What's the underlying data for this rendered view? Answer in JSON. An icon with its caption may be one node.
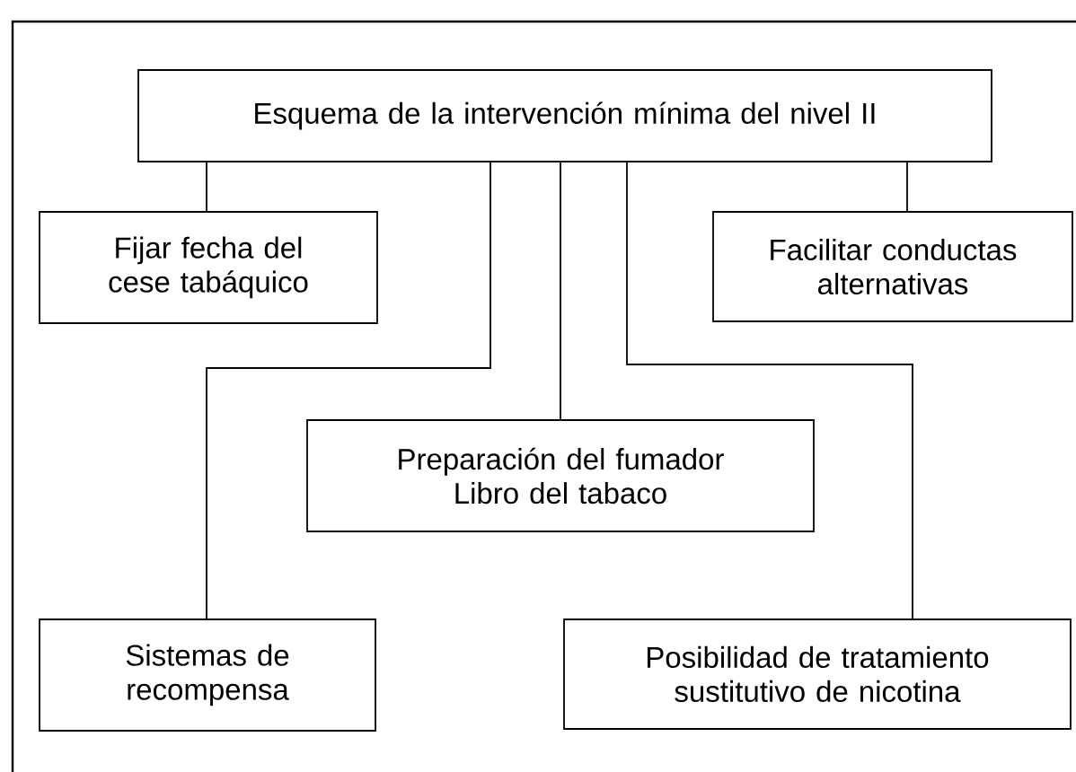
{
  "diagram": {
    "nodes": [
      {
        "text": [
          "Esquema de la intervención mínima del nivel II"
        ]
      },
      {
        "text": [
          "Fijar fecha del cese tabáquico"
        ]
      },
      {
        "text": [
          "Facilitar conductas alternativas"
        ]
      },
      {
        "text": [
          "Preparación del fumador Libro del tabaco"
        ]
      },
      {
        "text": [
          "Sistemas de recompensa"
        ]
      },
      {
        "text": [
          "Posibilidad de tratamiento sustitutivo de nicotina"
        ]
      }
    ],
    "edges": [
      {
        "from": 0,
        "to": 1,
        "arrow": "none"
      },
      {
        "from": 0,
        "to": 2,
        "arrow": "none"
      },
      {
        "from": 0,
        "to": 4,
        "arrow": "none"
      },
      {
        "from": 0,
        "to": 3,
        "arrow": "none"
      },
      {
        "from": 0,
        "to": 5,
        "arrow": "none"
      }
    ]
  }
}
